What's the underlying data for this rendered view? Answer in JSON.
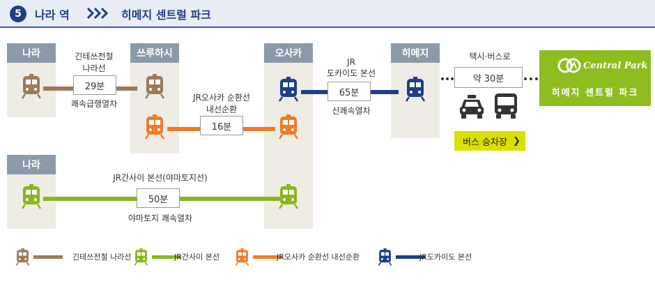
{
  "header": {
    "step": "5",
    "from": "나라 역",
    "to": "히메지 센트럴 파크"
  },
  "stations": {
    "nara_top": "나라",
    "tsuruhashi": "쓰루하시",
    "osaka": "오사카",
    "himeji": "히메지",
    "nara_bottom": "나라"
  },
  "routes": {
    "kintetsu": {
      "name1": "긴테쓰전철",
      "name2": "나라선",
      "time": "29분",
      "type": "쾌속급행열차"
    },
    "osaka_loop": {
      "name1": "JR오사카 순환선",
      "name2": "내선순환",
      "time": "16분"
    },
    "tokaido": {
      "name1": "JR",
      "name2": "도카이도 본선",
      "time": "65분",
      "type": "신쾌속열차"
    },
    "kansai": {
      "name": "JR간사이 본선(야마토지선)",
      "time": "50분",
      "type": "야마토지 쾌속열차"
    },
    "taxi_bus": {
      "name": "택시·버스로",
      "time": "약 30분"
    }
  },
  "central_park": {
    "logo_text": "Central Park",
    "label": "히메지 센트럴 파크"
  },
  "bus_button": {
    "label": "버스 승차장",
    "arrow": "❯"
  },
  "legend": [
    {
      "label": "긴테쓰전철 나라선",
      "color": "#9b7b5b"
    },
    {
      "label": "JR간사이 본선",
      "color": "#8db51e"
    },
    {
      "label": "JR오사카 순환선 내선순환",
      "color": "#ef7d28"
    },
    {
      "label": "JR도카이도 본선",
      "color": "#1f3f86"
    }
  ],
  "colors": {
    "kintetsu": "#9b7b5b",
    "kansai": "#8db51e",
    "loop": "#ef7d28",
    "tokaido": "#1f3f86",
    "park": "#8fbc1e"
  },
  "icons": {
    "train": "train-icon",
    "taxi": "taxi-icon",
    "bus": "bus-icon"
  }
}
